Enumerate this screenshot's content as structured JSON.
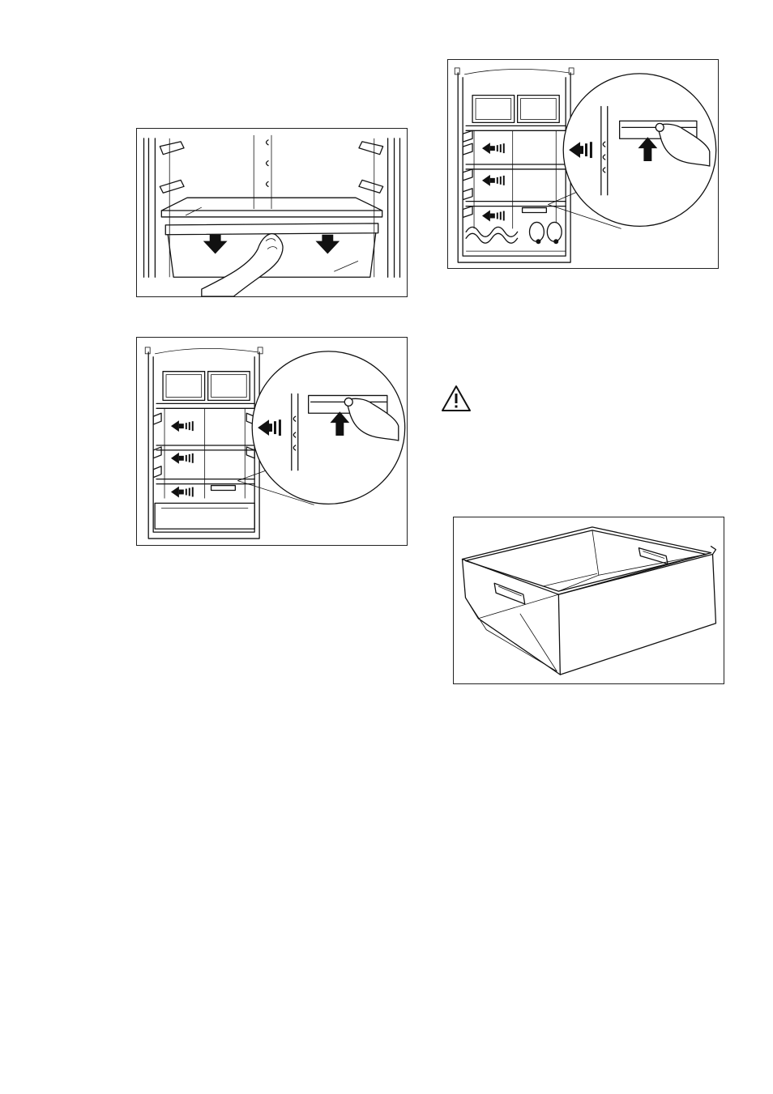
{
  "page": {
    "background": "#ffffff",
    "line_color": "#111111"
  },
  "figures": [
    {
      "id": "drawer-removal",
      "icons": [
        "down-arrow-icon",
        "down-arrow-icon",
        "hand-icon"
      ]
    },
    {
      "id": "shelf-positions-left",
      "icons": [
        "shelf-arrow-icon",
        "magnifier-circle",
        "up-arrow-icon",
        "hand-icon"
      ]
    },
    {
      "id": "shelf-positions-right",
      "icons": [
        "shelf-arrow-icon",
        "magnifier-circle",
        "up-arrow-icon",
        "hand-icon",
        "bottle-rack"
      ]
    },
    {
      "id": "crisper-drawer",
      "icons": [
        "drawer-handle-icon"
      ]
    }
  ],
  "warning": {
    "icon": "warning-triangle-icon",
    "text": ""
  }
}
